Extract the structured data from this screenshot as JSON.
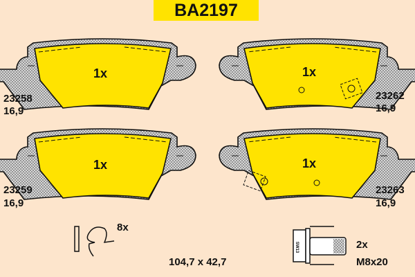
{
  "title": "BA2197",
  "colors": {
    "background": "#fde5cc",
    "friction": "#ffe300",
    "accent": "#ffe300"
  },
  "pads": [
    {
      "article": "23258",
      "thickness": "16,9",
      "quantity": "1x"
    },
    {
      "article": "23262",
      "thickness": "16,9",
      "quantity": "1x"
    },
    {
      "article": "23259",
      "thickness": "16,9",
      "quantity": "1x"
    },
    {
      "article": "23263",
      "thickness": "16,9",
      "quantity": "1x"
    }
  ],
  "accessories": {
    "clip_quantity": "8x",
    "bolt_quantity": "2x",
    "bolt_size": "M8x20",
    "bolt_marking": "SW13"
  },
  "dimensions": "104,7 x 42,7"
}
